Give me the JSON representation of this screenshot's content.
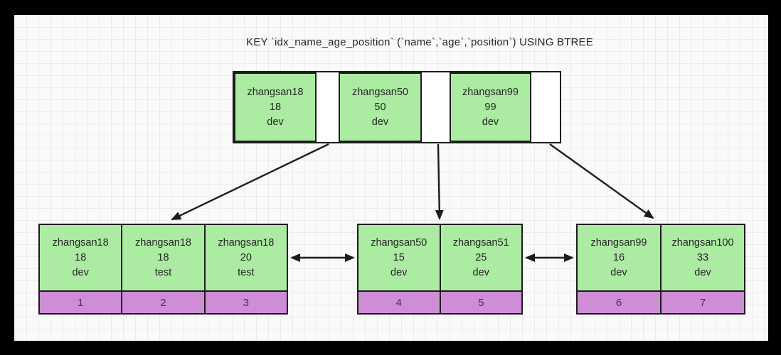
{
  "title": "KEY `idx_name_age_position` (`name`,`age`,`position`) USING BTREE",
  "colors": {
    "key_fill": "#abeba2",
    "page_fill": "#cf8dd8",
    "pointer_fill": "#ffffff",
    "stroke": "#1c1c1c",
    "text": "#262626",
    "canvas_bg": "#fafafa",
    "grid_line": "#ebebeb",
    "frame_bg": "#000000"
  },
  "root_node": {
    "entries": [
      {
        "name": "zhangsan18",
        "age": "18",
        "position": "dev"
      },
      {
        "name": "zhangsan50",
        "age": "50",
        "position": "dev"
      },
      {
        "name": "zhangsan99",
        "age": "99",
        "position": "dev"
      }
    ]
  },
  "leaf_nodes": [
    {
      "entries": [
        {
          "name": "zhangsan18",
          "age": "18",
          "position": "dev",
          "page": "1"
        },
        {
          "name": "zhangsan18",
          "age": "18",
          "position": "test",
          "page": "2"
        },
        {
          "name": "zhangsan18",
          "age": "20",
          "position": "test",
          "page": "3"
        }
      ]
    },
    {
      "entries": [
        {
          "name": "zhangsan50",
          "age": "15",
          "position": "dev",
          "page": "4"
        },
        {
          "name": "zhangsan51",
          "age": "25",
          "position": "dev",
          "page": "5"
        }
      ]
    },
    {
      "entries": [
        {
          "name": "zhangsan99",
          "age": "16",
          "position": "dev",
          "page": "6"
        },
        {
          "name": "zhangsan100",
          "age": "33",
          "position": "dev",
          "page": "7"
        }
      ]
    }
  ]
}
